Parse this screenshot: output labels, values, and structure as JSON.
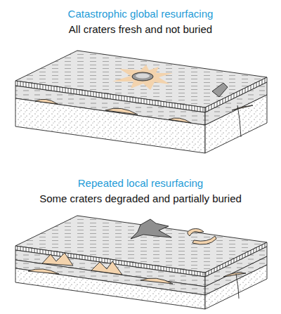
{
  "diagram": {
    "labels": [
      "Catastrophic global resurfacing",
      "All craters fresh and not buried",
      "Repeated local resurfacing",
      "Some craters degraded and partially buried"
    ]
  }
}
